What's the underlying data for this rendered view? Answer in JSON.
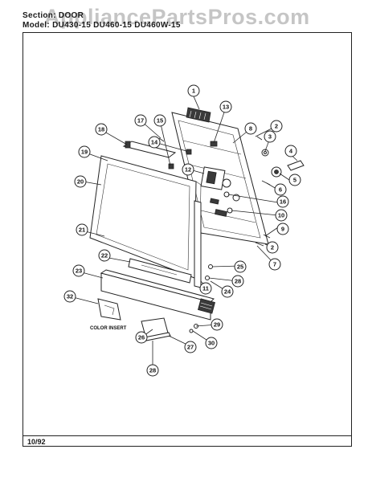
{
  "header": {
    "section_line": "Section: DOOR",
    "model_line": "Model: DU430-15  DU460-15  DU460W-15"
  },
  "watermark": "AppliancePartsPros.com",
  "footer": {
    "date": "10/92"
  },
  "labels": {
    "color_insert": "COLOR INSERT"
  },
  "callouts": [
    {
      "id": "c1",
      "num": "1"
    },
    {
      "id": "c2a",
      "num": "2"
    },
    {
      "id": "c3",
      "num": "3"
    },
    {
      "id": "c4",
      "num": "4"
    },
    {
      "id": "c5",
      "num": "5"
    },
    {
      "id": "c6",
      "num": "6"
    },
    {
      "id": "c7",
      "num": "7"
    },
    {
      "id": "c8",
      "num": "8"
    },
    {
      "id": "c9",
      "num": "9"
    },
    {
      "id": "c10",
      "num": "10"
    },
    {
      "id": "c11",
      "num": "11"
    },
    {
      "id": "c12",
      "num": "12"
    },
    {
      "id": "c13",
      "num": "13"
    },
    {
      "id": "c14",
      "num": "14"
    },
    {
      "id": "c15",
      "num": "15"
    },
    {
      "id": "c16",
      "num": "16"
    },
    {
      "id": "c17",
      "num": "17"
    },
    {
      "id": "c18",
      "num": "18"
    },
    {
      "id": "c19",
      "num": "19"
    },
    {
      "id": "c20",
      "num": "20"
    },
    {
      "id": "c21",
      "num": "21"
    },
    {
      "id": "c2b",
      "num": "2"
    },
    {
      "id": "c22",
      "num": "22"
    },
    {
      "id": "c23",
      "num": "23"
    },
    {
      "id": "c24",
      "num": "24"
    },
    {
      "id": "c25",
      "num": "25"
    },
    {
      "id": "c26",
      "num": "26"
    },
    {
      "id": "c27",
      "num": "27"
    },
    {
      "id": "c28a",
      "num": "28"
    },
    {
      "id": "c28b",
      "num": "28"
    },
    {
      "id": "c29",
      "num": "29"
    },
    {
      "id": "c30",
      "num": "30"
    },
    {
      "id": "c32",
      "num": "32"
    }
  ]
}
